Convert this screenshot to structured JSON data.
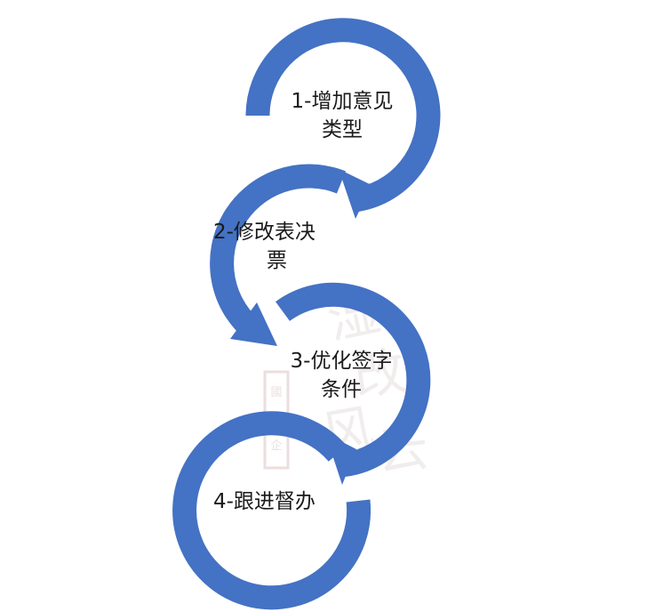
{
  "colors": {
    "arc": "#4472C4",
    "text": "#1a1a1a",
    "watermark": "#c9a3a3"
  },
  "watermark": {
    "text": "湿改风云"
  },
  "steps": [
    {
      "line1": "1-增加意见",
      "line2": "类型"
    },
    {
      "line1": "2-修改表决",
      "line2": "票"
    },
    {
      "line1": "3-优化签字",
      "line2": "条件"
    },
    {
      "line1": "4-跟进督办",
      "line2": ""
    }
  ]
}
